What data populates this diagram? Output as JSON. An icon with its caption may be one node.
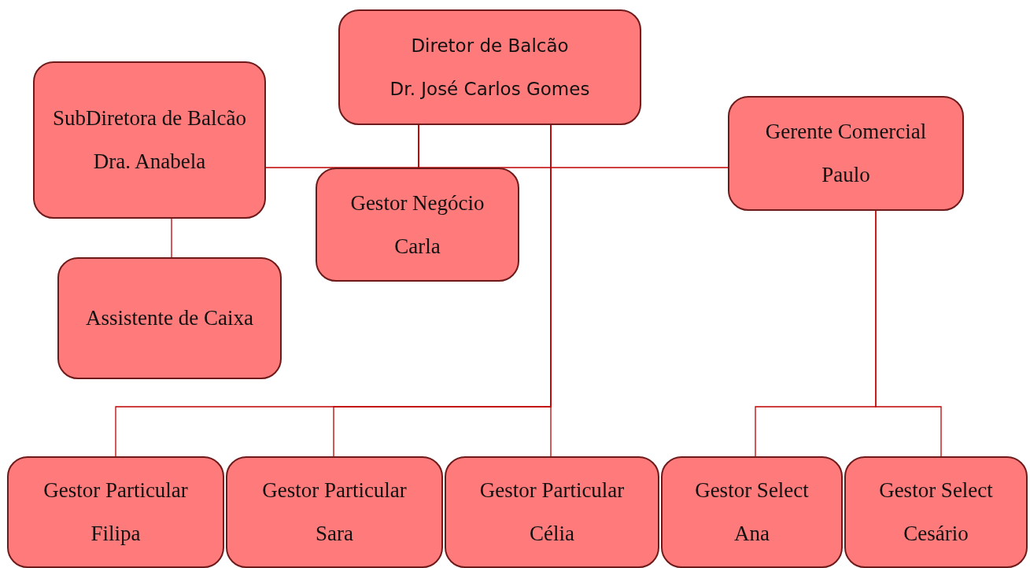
{
  "diagram": {
    "nodes": [
      {
        "text": [
          "Diretor de Balcão",
          "Dr. José Carlos Gomes"
        ]
      },
      {
        "text": [
          "SubDiretora de Balcão",
          "Dra. Anabela"
        ]
      },
      {
        "text": [
          "Gerente Comercial",
          "Paulo"
        ]
      },
      {
        "text": [
          "Gestor Negócio",
          "Carla"
        ]
      },
      {
        "text": [
          "Assistente de Caixa"
        ]
      },
      {
        "text": [
          "Gestor Particular",
          "Filipa"
        ]
      },
      {
        "text": [
          "Gestor Particular",
          "Sara"
        ]
      },
      {
        "text": [
          "Gestor Particular",
          "Célia"
        ]
      },
      {
        "text": [
          "Gestor Select",
          "Ana"
        ]
      },
      {
        "text": [
          "Gestor Select",
          "Cesário"
        ]
      }
    ],
    "edges": [
      {
        "from": 0,
        "to": 1,
        "arrow": "none"
      },
      {
        "from": 0,
        "to": 2,
        "arrow": "none"
      },
      {
        "from": 0,
        "to": 3,
        "arrow": "none"
      },
      {
        "from": 1,
        "to": 4,
        "arrow": "none"
      },
      {
        "from": 0,
        "to": 5,
        "arrow": "none"
      },
      {
        "from": 0,
        "to": 6,
        "arrow": "none"
      },
      {
        "from": 0,
        "to": 7,
        "arrow": "none"
      },
      {
        "from": 2,
        "to": 8,
        "arrow": "none"
      },
      {
        "from": 2,
        "to": 9,
        "arrow": "none"
      }
    ]
  }
}
